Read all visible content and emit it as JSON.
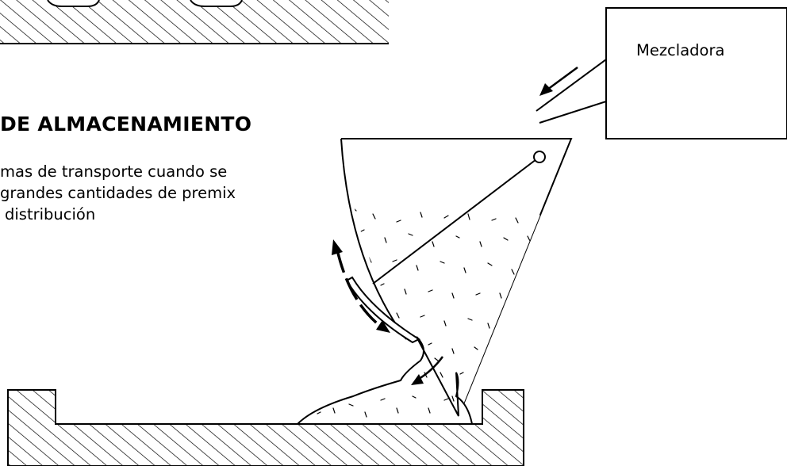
{
  "heading": "DE ALMACENAMIENTO",
  "paragraph": {
    "line1": "mas de transporte cuando se",
    "line2": "grandes cantidades de premix",
    "line3": "distribución"
  },
  "mixer": {
    "label": "Mezcladora"
  }
}
